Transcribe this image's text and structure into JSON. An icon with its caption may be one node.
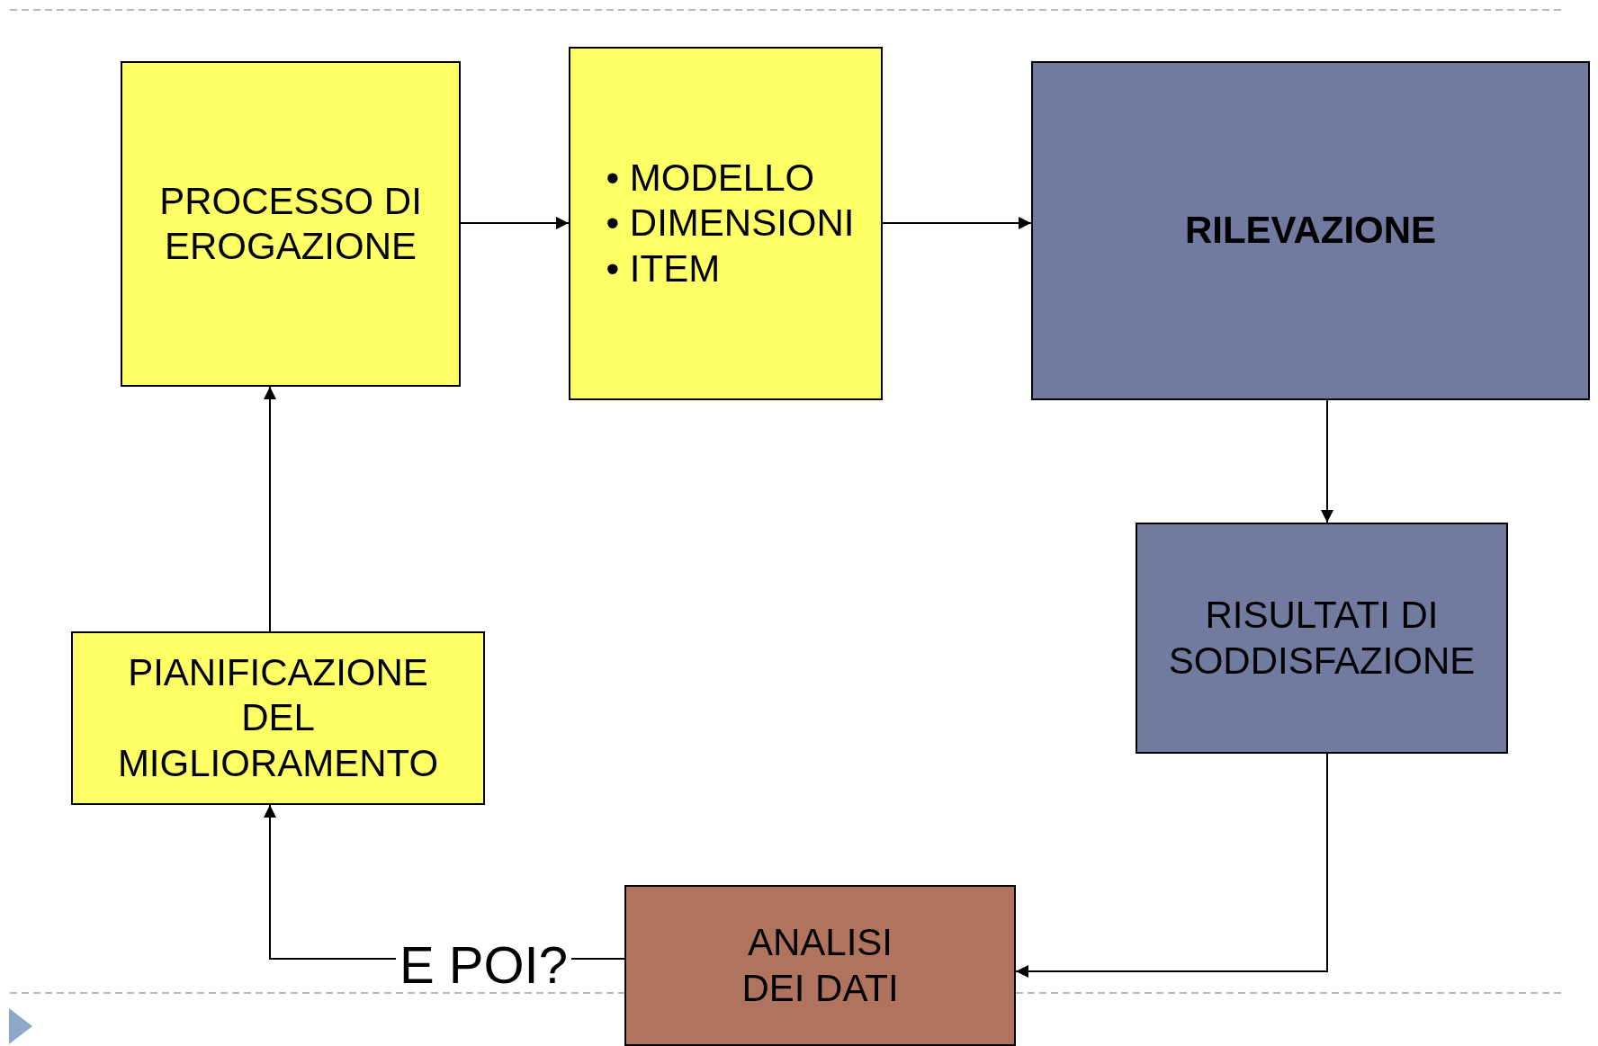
{
  "diagram": {
    "nodes": [
      {
        "text": [
          "PROCESSO DI EROGAZIONE"
        ]
      },
      {
        "text": [
          "• MODELLO",
          "• DIMENSIONI",
          "• ITEM"
        ]
      },
      {
        "text": [
          "RILEVAZIONE"
        ]
      },
      {
        "text": [
          "RISULTATI DI SODDISFAZIONE"
        ]
      },
      {
        "text": [
          "ANALISI DEI DATI"
        ]
      },
      {
        "text": [
          "PIANIFICAZIONE DEL MIGLIORAMENTO"
        ]
      }
    ],
    "edges": [
      {
        "from": 0,
        "to": 1,
        "arrow": "to"
      },
      {
        "from": 1,
        "to": 2,
        "arrow": "to"
      },
      {
        "from": 2,
        "to": 3,
        "arrow": "to"
      },
      {
        "from": 3,
        "to": 4,
        "arrow": "to"
      },
      {
        "from": 4,
        "to": 5,
        "arrow": "to",
        "label": "E POI?"
      },
      {
        "from": 5,
        "to": 0,
        "arrow": "to"
      }
    ]
  }
}
